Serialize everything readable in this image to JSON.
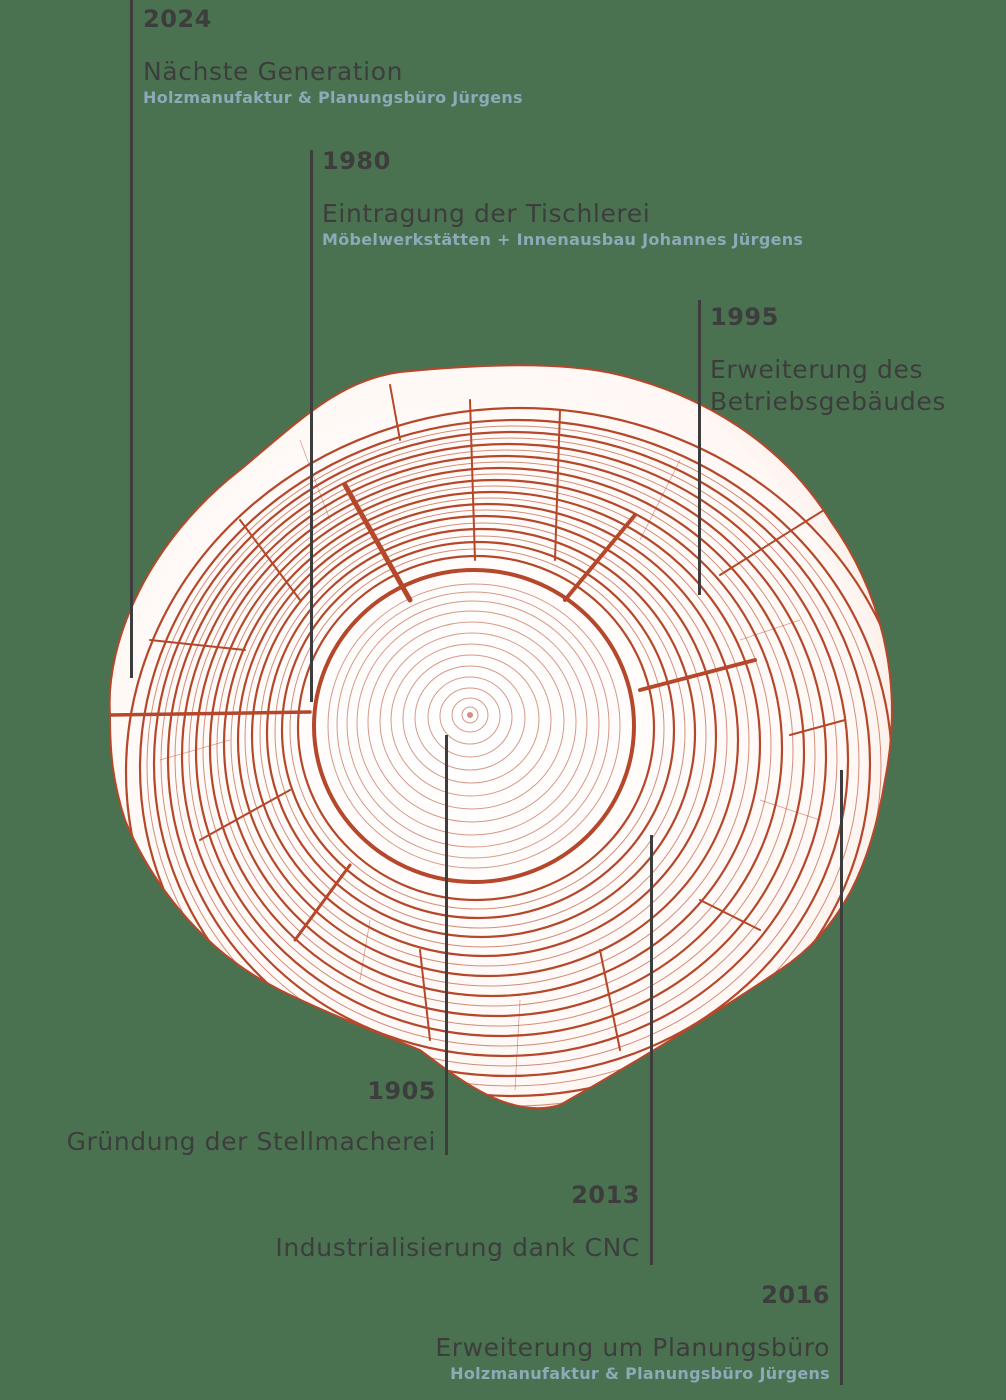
{
  "colors": {
    "background": "#4a7250",
    "ring": "#b5472a",
    "wood": "#ffffff",
    "text": "#3d3d3d",
    "subtitle": "#8ea9b7",
    "leader_line": "#3d3d3d"
  },
  "timeline": {
    "m2024": {
      "year": "2024",
      "title": "Nächste Generation",
      "subtitle": "Holzmanufaktur & Planungsbüro Jürgens"
    },
    "m1980": {
      "year": "1980",
      "title": "Eintragung der Tischlerei",
      "subtitle": "Möbelwerkstätten + Innenausbau Johannes Jürgens"
    },
    "m1995": {
      "year": "1995",
      "title_line1": "Erweiterung des",
      "title_line2": "Betriebsgebäudes"
    },
    "m1905": {
      "year": "1905",
      "title": "Gründung der Stellmacherei"
    },
    "m2013": {
      "year": "2013",
      "title": "Industrialisierung dank CNC"
    },
    "m2016": {
      "year": "2016",
      "title": "Erweiterung um Planungsbüro",
      "subtitle": "Holzmanufaktur & Planungsbüro Jürgens"
    }
  },
  "illustration": {
    "name": "tree-ring-cross-section"
  }
}
